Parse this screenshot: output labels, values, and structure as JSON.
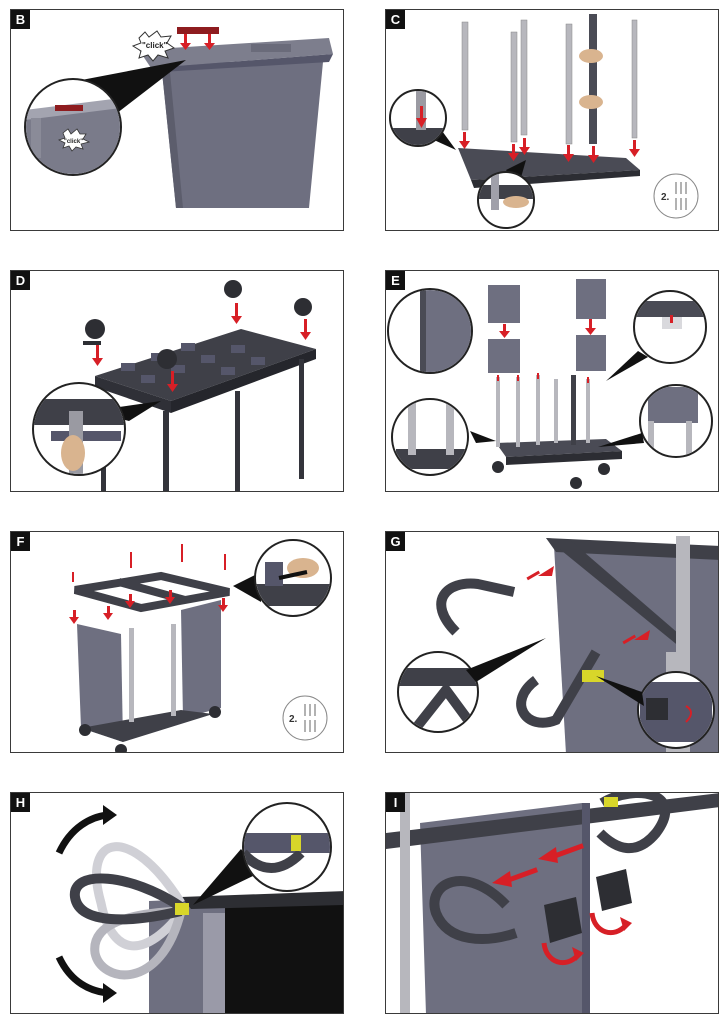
{
  "colors": {
    "body": "#6e6f80",
    "body_dark": "#3f4048",
    "body_light": "#8d8e9c",
    "arrow": "#d71f26",
    "pole": "#b7b7bd",
    "accent": "#d8d62a",
    "hand": "#d9b48f"
  },
  "panels": [
    {
      "step": "B",
      "callouts": [
        "\"click\"",
        "\"click\""
      ]
    },
    {
      "step": "C",
      "hint_number": "2."
    },
    {
      "step": "D"
    },
    {
      "step": "E"
    },
    {
      "step": "F",
      "hint_number": "2."
    },
    {
      "step": "G"
    },
    {
      "step": "H"
    },
    {
      "step": "I"
    }
  ]
}
